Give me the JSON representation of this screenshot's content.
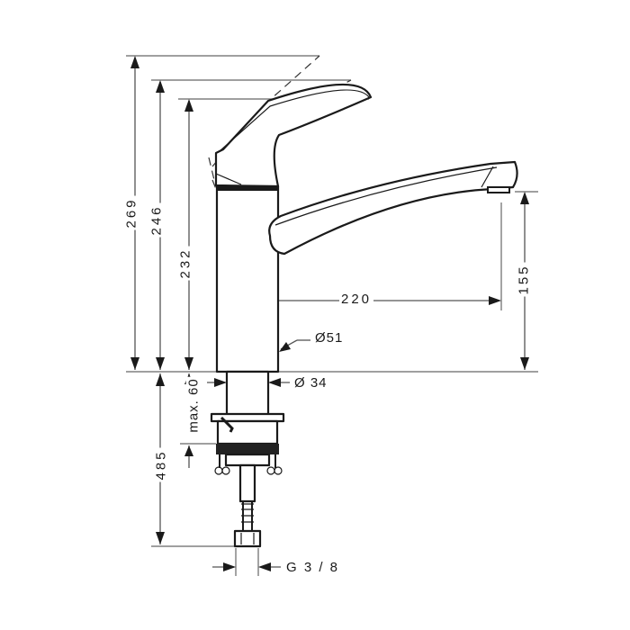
{
  "drawing": {
    "subject": "single-lever kitchen faucet dimension drawing",
    "units": "mm",
    "line_color": "#1a1a1a"
  },
  "dimensions": {
    "total_height_lever_max": "269",
    "height_lever_mid": "246",
    "height_lever_closed": "232",
    "spout_reach": "220",
    "spout_height": "155",
    "body_diameter": "Ø51",
    "shank_diameter": "Ø 34",
    "max_deck_thickness": "max. 60",
    "hose_length": "485",
    "connection_thread": "G 3 / 8"
  }
}
